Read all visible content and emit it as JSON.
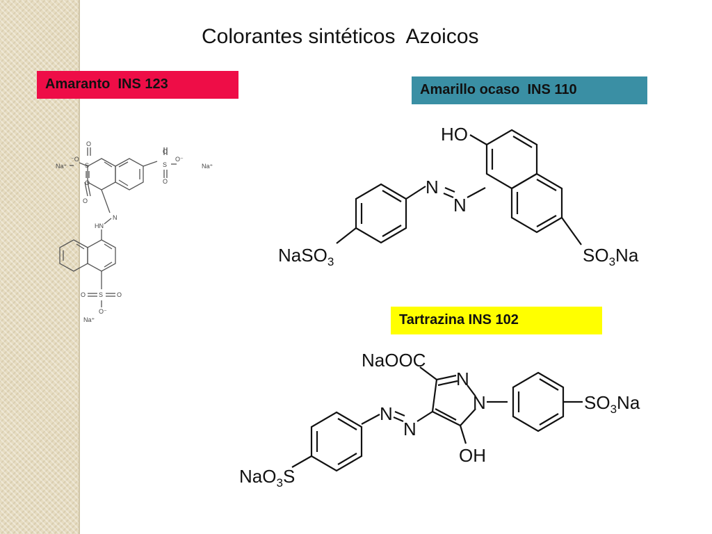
{
  "slide": {
    "title": "Colorantes sintéticos  Azoicos",
    "colors": {
      "amaranto_box": "#ee0d47",
      "amarillo_box": "#3a8fa4",
      "tartrazina_box": "#ffff00",
      "side_strip": "#e6dcc1"
    }
  },
  "amaranto": {
    "label": "Amaranto  INS 123",
    "atoms": {
      "na1": "Na⁺",
      "o_minus1": "⁻O",
      "s1": "S",
      "o1a": "O",
      "o1b": "O",
      "s2": "S",
      "o2a": "O",
      "o2b": "O",
      "o_minus2": "O⁻",
      "na2": "Na⁺",
      "o_keto": "O",
      "n1": "N",
      "hn": "HN",
      "o3a": "O",
      "s3": "S",
      "o3b": "O",
      "o_minus3": "O⁻",
      "na3": "Na⁺"
    }
  },
  "amarillo": {
    "label": "Amarillo ocaso  INS 110",
    "atoms": {
      "ho": "HO",
      "n1": "N",
      "n2": "N",
      "left_group": "NaSO",
      "left_sub": "3",
      "right_group_a": "SO",
      "right_sub": "3",
      "right_group_b": "Na"
    }
  },
  "tartrazina": {
    "label": "Tartrazina INS 102",
    "atoms": {
      "naooc": "NaOOC",
      "n_ring1": "N",
      "n_ring2": "N",
      "oh": "OH",
      "n_azo1": "N",
      "n_azo2": "N",
      "right_group_a": "SO",
      "right_sub": "3",
      "right_group_b": "Na",
      "left_group_a": "NaO",
      "left_sub": "3",
      "left_group_b": "S"
    }
  }
}
